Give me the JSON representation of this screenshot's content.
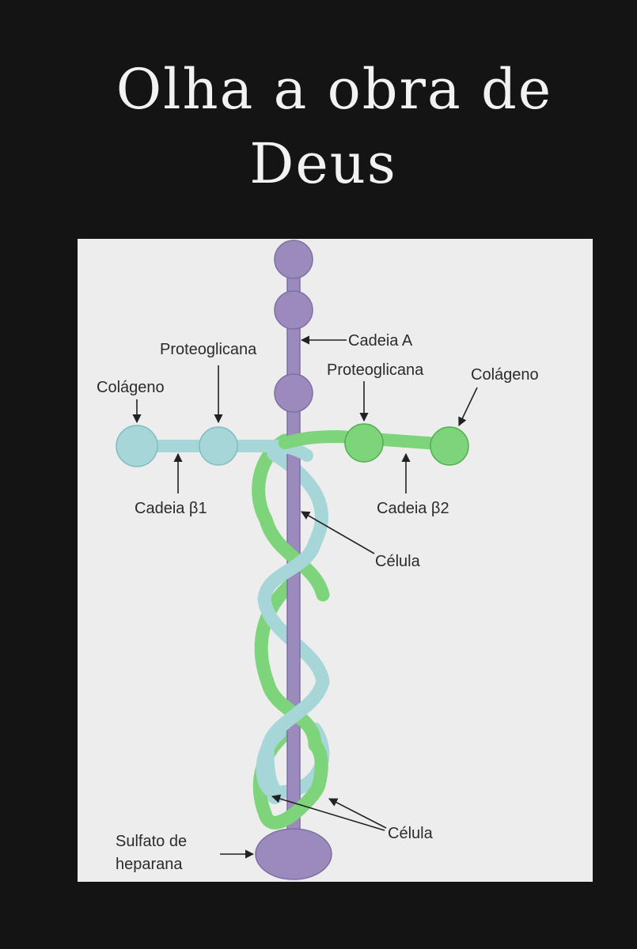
{
  "title": {
    "line1": "Olha a obra de",
    "line2": "Deus"
  },
  "diagram": {
    "labels": {
      "cadeia_a": "Cadeia A",
      "proteoglicana_left": "Proteoglicana",
      "proteoglicana_right": "Proteoglicana",
      "colageno_left": "Colágeno",
      "colageno_right": "Colágeno",
      "cadeia_b1": "Cadeia β1",
      "cadeia_b2": "Cadeia β2",
      "celula_mid": "Célula",
      "celula_bottom": "Célula",
      "sulfato_line1": "Sulfato de",
      "sulfato_line2": "heparana"
    },
    "colors": {
      "chain_a": "#9b8bbd",
      "chain_a_dark": "#7f6ea6",
      "beta1": "#a7d6d8",
      "beta1_dark": "#7fbcc2",
      "beta2": "#7dd47a",
      "beta2_dark": "#4fb04c",
      "panel": "#ededed",
      "background": "#141414"
    }
  }
}
